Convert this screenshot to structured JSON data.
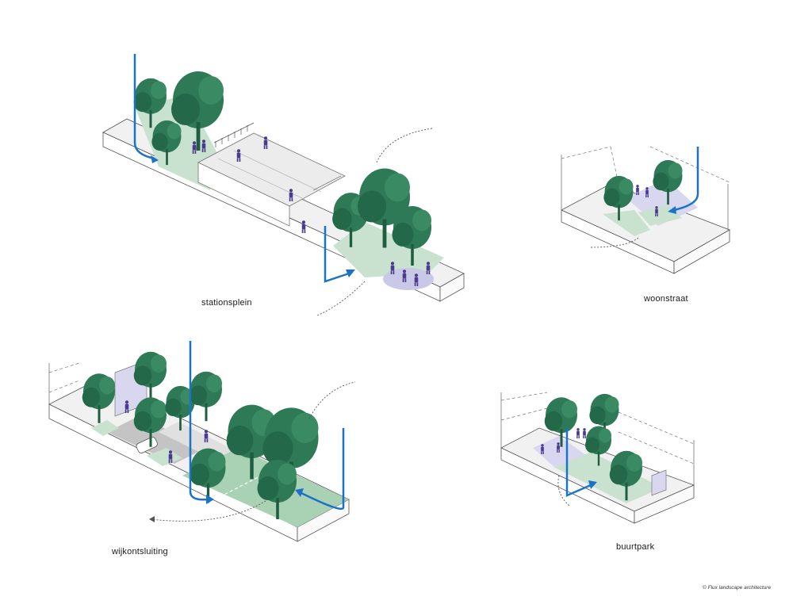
{
  "labels": {
    "stationsplein": "stationsplein",
    "woonstraat": "woonstraat",
    "wijkontsluiting": "wijkontsluiting",
    "buurtpark": "buurtpark"
  },
  "credit": "© Flux landscape architecture",
  "colors": {
    "tree": "#2e7a56",
    "tree_dark": "#1f5d40",
    "grass": "#c9e2cf",
    "grass_dark": "#9fcaa9",
    "water_arrow": "#1a73c8",
    "people": "#4b3a8f",
    "plaza_circle": "#c9c8e6",
    "slab_top": "#f2f2f2",
    "slab_side": "#ffffff",
    "outline": "#555555",
    "road": "#bdbdbd"
  }
}
